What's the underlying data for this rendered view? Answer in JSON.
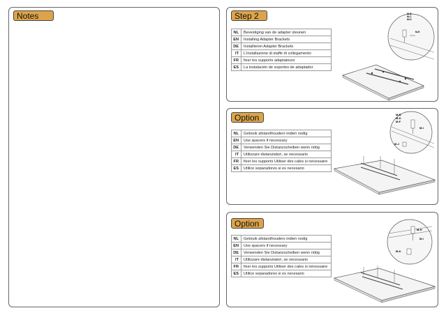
{
  "notes": {
    "title": "Notes"
  },
  "step2": {
    "title": "Step 2",
    "rows": [
      {
        "code": "NL",
        "text": "Bevestiging van de adapter steunen"
      },
      {
        "code": "EN",
        "text": "Installing Adapter Brackets"
      },
      {
        "code": "DE",
        "text": "Installieren Adapter Brackets"
      },
      {
        "code": "IT",
        "text": "L'installazione di staffe di collegamento"
      },
      {
        "code": "FR",
        "text": "fixer les supports adaptateurs"
      },
      {
        "code": "ES",
        "text": "La instalación de soportes de adaptador"
      }
    ],
    "labels": [
      "M-B",
      "M-C",
      "M-D",
      "M-E"
    ]
  },
  "option1": {
    "title": "Option",
    "rows": [
      {
        "code": "NL",
        "text": "Gebruik afstandhouders indien nodig"
      },
      {
        "code": "EN",
        "text": "Use spacers if necessary"
      },
      {
        "code": "DE",
        "text": "Verwenden Sie Distanzscheiben wenn nötig"
      },
      {
        "code": "IT",
        "text": "Utilizzare distanziatori, se necessario"
      },
      {
        "code": "FR",
        "text": "fixer les supports Utiliser des cales si nécessaire"
      },
      {
        "code": "ES",
        "text": "Utilice separadores si es necesario"
      }
    ],
    "labels": [
      "M-B",
      "M-D",
      "M-F",
      "M-I",
      "M-J"
    ]
  },
  "option2": {
    "title": "Option",
    "rows": [
      {
        "code": "NL",
        "text": "Gebruik afstandhouders indien nodig"
      },
      {
        "code": "EN",
        "text": "Use spacers if necessary"
      },
      {
        "code": "DE",
        "text": "Verwenden Sie Distanzscheiben wenn nötig"
      },
      {
        "code": "IT",
        "text": "Utilizzare distanziatori, se necessario"
      },
      {
        "code": "FR",
        "text": "fixer les supports Utiliser des cales si nécessaire"
      },
      {
        "code": "ES",
        "text": "Utilice separadores si es necesario"
      }
    ],
    "labels": [
      "M-H",
      "M-I",
      "M-K"
    ]
  }
}
